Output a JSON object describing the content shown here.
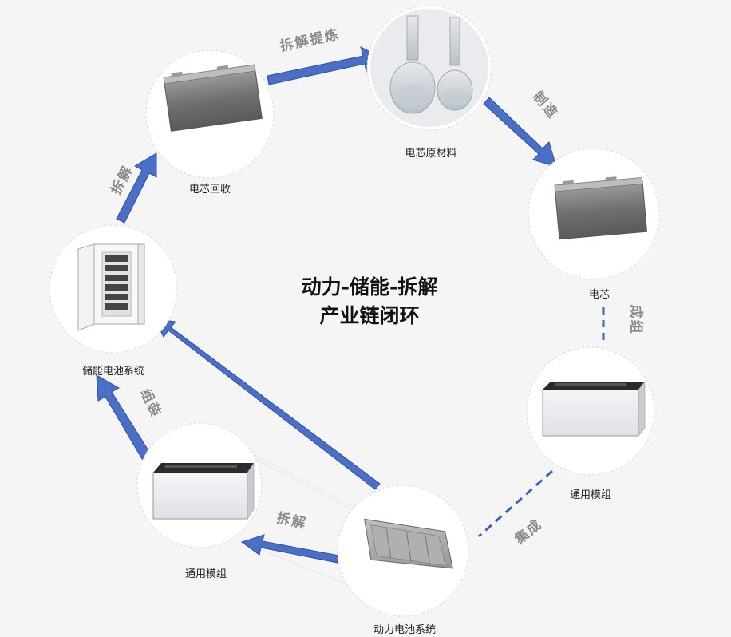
{
  "title": {
    "line1": "动力-储能-拆解",
    "line2": "产业链闭环"
  },
  "nodes": {
    "cell_recycling": "电芯回收",
    "cell_raw_materials": "电芯原材料",
    "cell": "电芯",
    "module_right": "通用模组",
    "ev_battery_system": "动力电池系统",
    "module_left": "通用模组",
    "storage_battery_system": "储能电池系统"
  },
  "edges": {
    "dismantle_refine": "拆解提炼",
    "manufacture": "制造",
    "assemble_module": "成组",
    "integrate": "集成",
    "dismantle_ev": "拆解",
    "assemble_storage": "组装",
    "dismantle_storage": "拆解"
  },
  "colors": {
    "arrow": "#4a6fc4",
    "arrow_dark": "#2e50a8",
    "dashed": "#3b62c0",
    "node_fill": "#ffffff",
    "node_border": "#dcdcdc",
    "background": "#f5f5f5"
  },
  "icons": {
    "cell_recycling": "battery-cell-icon",
    "cell_raw_materials": "flask-icon",
    "cell": "battery-cell-icon",
    "module_right": "battery-module-icon",
    "ev_battery_system": "ev-battery-pack-icon",
    "module_left": "battery-module-icon",
    "storage_battery_system": "storage-cabinet-icon"
  }
}
